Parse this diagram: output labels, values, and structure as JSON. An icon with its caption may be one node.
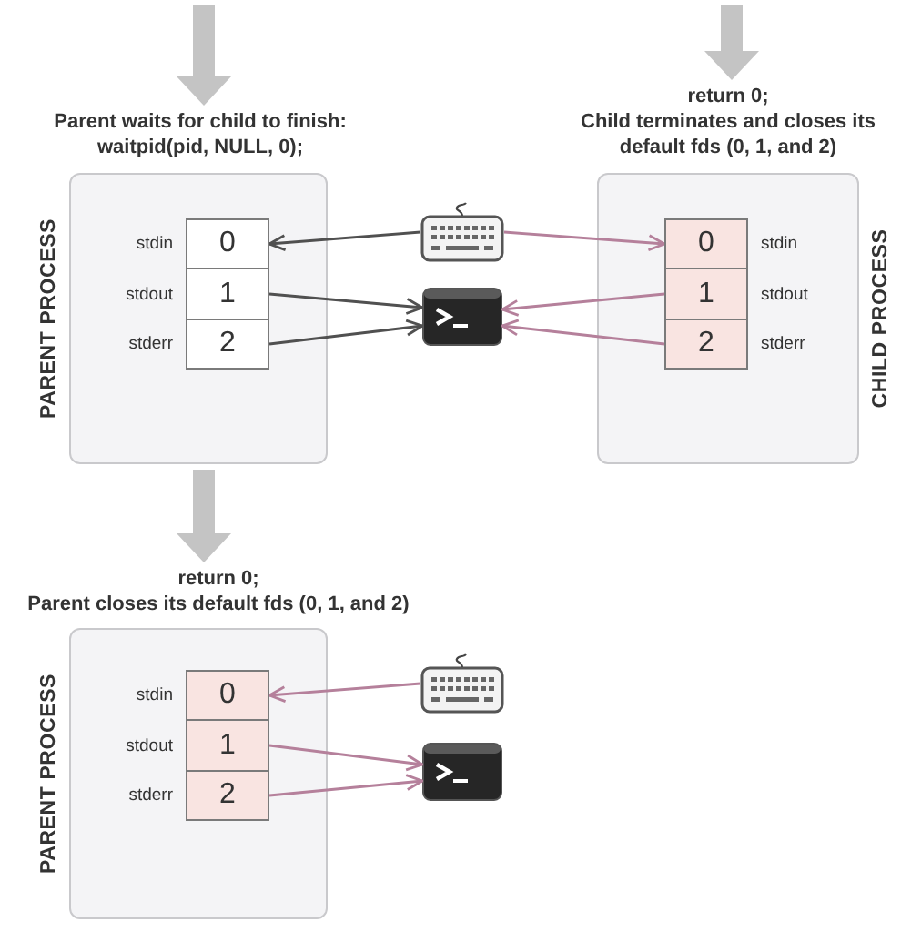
{
  "diagram": {
    "nodes": [
      {
        "text": [
          "Parent waits for child to finish:",
          "waitpid(pid, NULL, 0);",
          "PARENT PROCESS"
        ]
      },
      {
        "text": [
          "0"
        ],
        "in": 0,
        "beside": [
          "stdin"
        ]
      },
      {
        "text": [
          "1"
        ],
        "in": 0,
        "beside": [
          "stdout"
        ]
      },
      {
        "text": [
          "2"
        ],
        "in": 0,
        "beside": [
          "stderr"
        ]
      },
      {
        "text": [],
        "shape": "keyboard"
      },
      {
        "text": [],
        "shape": "terminal"
      },
      {
        "text": [
          "return 0;",
          "Child terminates and closes its default fds (0, 1, and 2)",
          "CHILD PROCESS"
        ]
      },
      {
        "text": [
          "0"
        ],
        "in": 6,
        "beside": [
          "stdin"
        ]
      },
      {
        "text": [
          "1"
        ],
        "in": 6,
        "beside": [
          "stdout"
        ]
      },
      {
        "text": [
          "2"
        ],
        "in": 6,
        "beside": [
          "stderr"
        ]
      },
      {
        "text": [
          "return 0;",
          "Parent closes its default fds (0, 1, and 2)",
          "PARENT PROCESS"
        ]
      },
      {
        "text": [
          "0"
        ],
        "in": 10,
        "beside": [
          "stdin"
        ]
      },
      {
        "text": [
          "1"
        ],
        "in": 10,
        "beside": [
          "stdout"
        ]
      },
      {
        "text": [
          "2"
        ],
        "in": 10,
        "beside": [
          "stderr"
        ]
      },
      {
        "text": [],
        "shape": "keyboard"
      },
      {
        "text": [],
        "shape": "terminal"
      }
    ],
    "edges": [
      {
        "from": null,
        "to": 0,
        "arrow": "to",
        "style": "thick",
        "color": "#c4c4c4"
      },
      {
        "from": null,
        "to": 6,
        "arrow": "to",
        "style": "thick",
        "color": "#c4c4c4"
      },
      {
        "from": 0,
        "to": 10,
        "arrow": "to",
        "style": "thick",
        "color": "#c4c4c4"
      },
      {
        "from": 4,
        "to": 1,
        "arrow": "to",
        "color": "#505050"
      },
      {
        "from": 2,
        "to": 5,
        "arrow": "to",
        "color": "#505050"
      },
      {
        "from": 3,
        "to": 5,
        "arrow": "to",
        "color": "#505050"
      },
      {
        "from": 4,
        "to": 7,
        "arrow": "to"
      },
      {
        "from": 8,
        "to": 5,
        "arrow": "to"
      },
      {
        "from": 9,
        "to": 5,
        "arrow": "to"
      },
      {
        "from": 14,
        "to": 11,
        "arrow": "to"
      },
      {
        "from": 12,
        "to": 15,
        "arrow": "to"
      },
      {
        "from": 13,
        "to": 15,
        "arrow": "to"
      }
    ]
  }
}
